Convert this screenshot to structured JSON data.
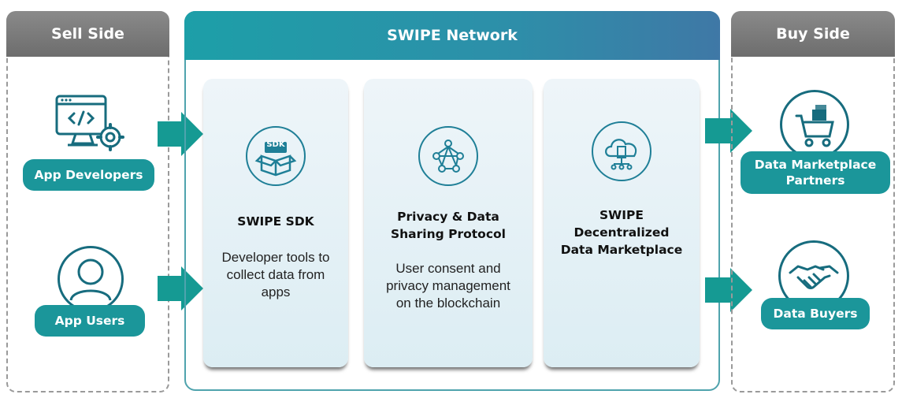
{
  "sell_side": {
    "header": "Sell Side",
    "items": [
      {
        "label": "App Developers",
        "icon": "developer-code-icon"
      },
      {
        "label": "App Users",
        "icon": "user-icon"
      }
    ]
  },
  "network": {
    "header": "SWIPE Network",
    "cards": [
      {
        "title": "SWIPE SDK",
        "icon_label": "SDK",
        "icon": "sdk-box-icon",
        "desc": "Developer tools to collect data from apps"
      },
      {
        "title": "Privacy & Data Sharing Protocol",
        "icon": "network-people-icon",
        "desc": "User consent and privacy management on the blockchain"
      },
      {
        "title": "SWIPE Decentralized Data Marketplace",
        "icon": "cloud-network-icon",
        "desc": ""
      }
    ]
  },
  "buy_side": {
    "header": "Buy Side",
    "items": [
      {
        "label": "Data Marketplace Partners",
        "icon": "shopping-cart-icon"
      },
      {
        "label": "Data Buyers",
        "icon": "handshake-icon"
      }
    ]
  },
  "colors": {
    "accent": "#1b969a",
    "header_gray": "#7a7a7a",
    "network_gradient": [
      "#1d9fa8",
      "#3f78a6"
    ],
    "icon_stroke": "#176c7e"
  }
}
